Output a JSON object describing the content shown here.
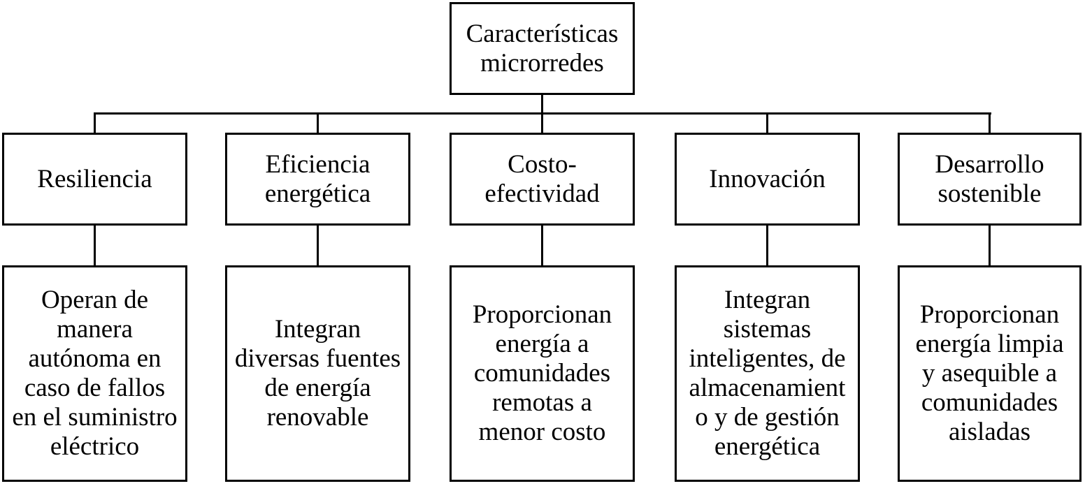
{
  "diagram": {
    "title": "Características microrredes",
    "root": {
      "label": "Características\nmicrorredes"
    },
    "columns": [
      {
        "category": "Resiliencia",
        "description": "Operan de\nmanera\nautónoma en\ncaso de fallos\nen el suministro\neléctrico"
      },
      {
        "category": "Eficiencia\nenergética",
        "description": "Integran\ndiversas fuentes\nde energía\nrenovable"
      },
      {
        "category": "Costo-\nefectividad",
        "description": "Proporcionan\nenergía a\ncomunidades\nremotas a\nmenor costo"
      },
      {
        "category": "Innovación",
        "description": "Integran\nsistemas\ninteligentes, de\nalmacenamient\no y de gestión\nenergética"
      },
      {
        "category": "Desarrollo\nsostenible",
        "description": "Proporcionan\nenergía limpia\ny asequible a\ncomunidades\naisladas"
      }
    ],
    "colors": {
      "line": "#000000",
      "text": "#000000",
      "background": "#ffffff"
    }
  }
}
